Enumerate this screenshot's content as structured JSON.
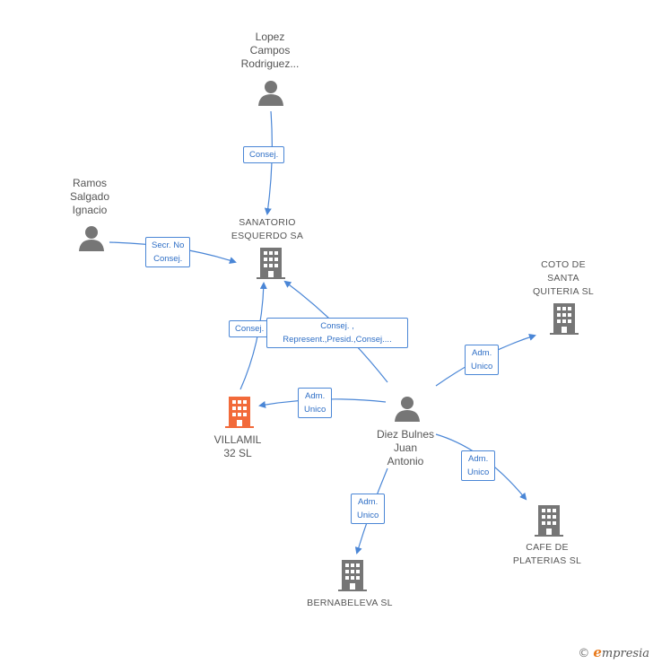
{
  "colors": {
    "edge": "#4a86d6",
    "node_gray": "#767676",
    "node_highlight": "#f26a3a",
    "label_text": "#555555"
  },
  "nodes": {
    "lopez": {
      "lines": [
        "Lopez",
        "Campos",
        "Rodriguez..."
      ],
      "icon": "person-icon"
    },
    "ramos": {
      "lines": [
        "Ramos",
        "Salgado",
        "Ignacio"
      ],
      "icon": "person-icon"
    },
    "sanatorio": {
      "lines": [
        "SANATORIO",
        "ESQUERDO SA"
      ],
      "icon": "building-icon"
    },
    "coto": {
      "lines": [
        "COTO DE",
        "SANTA",
        "QUITERIA SL"
      ],
      "icon": "building-icon"
    },
    "villamil": {
      "lines": [
        "VILLAMIL",
        "32 SL"
      ],
      "icon": "building-icon",
      "highlight": true
    },
    "diez": {
      "lines": [
        "Diez Bulnes",
        "Juan",
        "Antonio"
      ],
      "icon": "person-icon"
    },
    "cafe": {
      "lines": [
        "CAFE DE",
        "PLATERIAS SL"
      ],
      "icon": "building-icon"
    },
    "bernabeleva": {
      "lines": [
        "BERNABELEVA SL"
      ],
      "icon": "building-icon"
    }
  },
  "edges": {
    "lopez_sanatorio": [
      "Consej."
    ],
    "ramos_sanatorio": [
      "Secr.  No",
      "Consej."
    ],
    "villamil_sanatorio": [
      "Consej."
    ],
    "diez_sanatorio": [
      "Consej. ,",
      "Represent.,Presid.,Consej...."
    ],
    "diez_villamil": [
      "Adm.",
      "Unico"
    ],
    "diez_coto": [
      "Adm.",
      "Unico"
    ],
    "diez_cafe": [
      "Adm.",
      "Unico"
    ],
    "diez_bernabeleva": [
      "Adm.",
      "Unico"
    ]
  },
  "brand": {
    "copyright": "©",
    "name_first": "e",
    "name_rest": "mpresia"
  }
}
